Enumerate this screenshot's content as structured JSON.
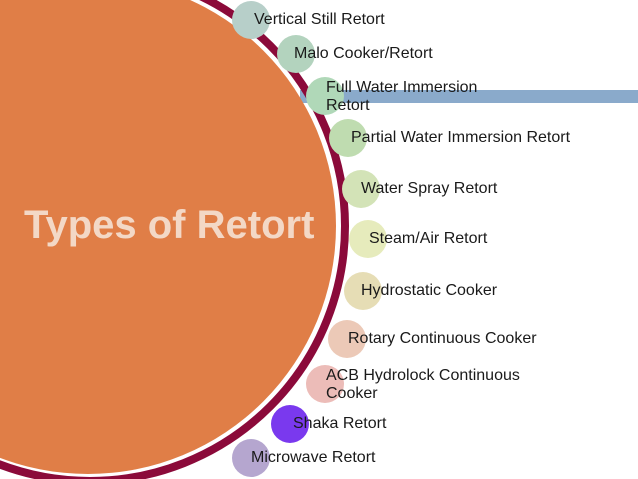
{
  "title": "Types of Retort",
  "colors": {
    "big_circle": "#e07e47",
    "ring": "#8b0a3a",
    "accent_bar": "#8aaacb"
  },
  "items": [
    {
      "label": "Vertical Still Retort",
      "color": "#b7cfc9"
    },
    {
      "label": "Malo Cooker/Retort",
      "color": "#b3d3be"
    },
    {
      "label": "Full Water Immersion Retort",
      "color": "#b0d8b8"
    },
    {
      "label": "Partial Water Immersion Retort",
      "color": "#bfdcb0"
    },
    {
      "label": "Water Spray Retort",
      "color": "#d3e3b7"
    },
    {
      "label": "Steam/Air Retort",
      "color": "#e6ebbc"
    },
    {
      "label": "Hydrostatic Cooker",
      "color": "#e6ddb5"
    },
    {
      "label": "Rotary Continuous Cooker",
      "color": "#ecc9b7"
    },
    {
      "label": "ACB Hydrolock Continuous Cooker",
      "color": "#ecbcb8"
    },
    {
      "label": "Shaka Retort",
      "color": "#7a39ee"
    },
    {
      "label": "Microwave Retort",
      "color": "#b5a6cf"
    }
  ]
}
